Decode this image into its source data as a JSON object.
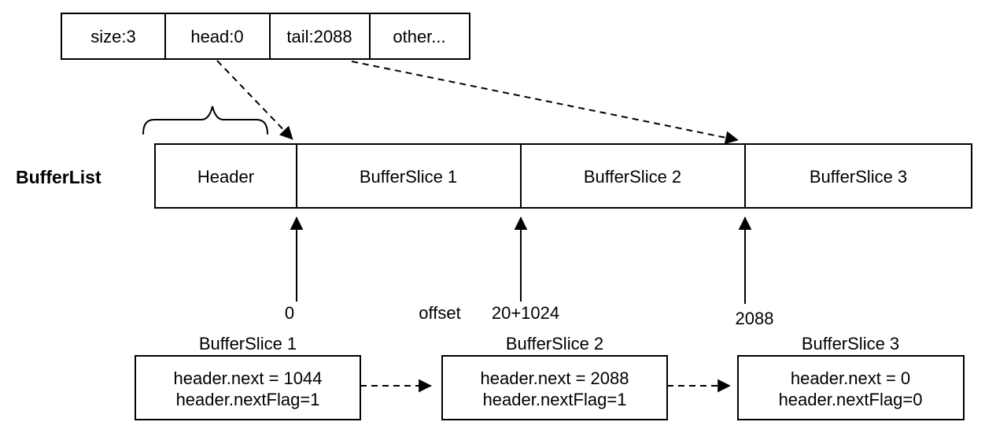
{
  "header_info": {
    "cells": [
      "size:3",
      "head:0",
      "tail:2088",
      "other..."
    ]
  },
  "buffer_list": {
    "label": "BufferList",
    "segments": [
      "Header",
      "BufferSlice 1",
      "BufferSlice 2",
      "BufferSlice 3"
    ]
  },
  "offsets": {
    "axis_label": "offset",
    "values": [
      "0",
      "20+1024",
      "2088"
    ]
  },
  "slices": [
    {
      "title": "BufferSlice 1",
      "lines": [
        "header.next = 1044",
        "header.nextFlag=1"
      ]
    },
    {
      "title": "BufferSlice 2",
      "lines": [
        "header.next = 2088",
        "header.nextFlag=1"
      ]
    },
    {
      "title": "BufferSlice 3",
      "lines": [
        "header.next = 0",
        "header.nextFlag=0"
      ]
    }
  ],
  "colors": {
    "background": "#ffffff",
    "stroke": "#000000",
    "text": "#000000"
  }
}
